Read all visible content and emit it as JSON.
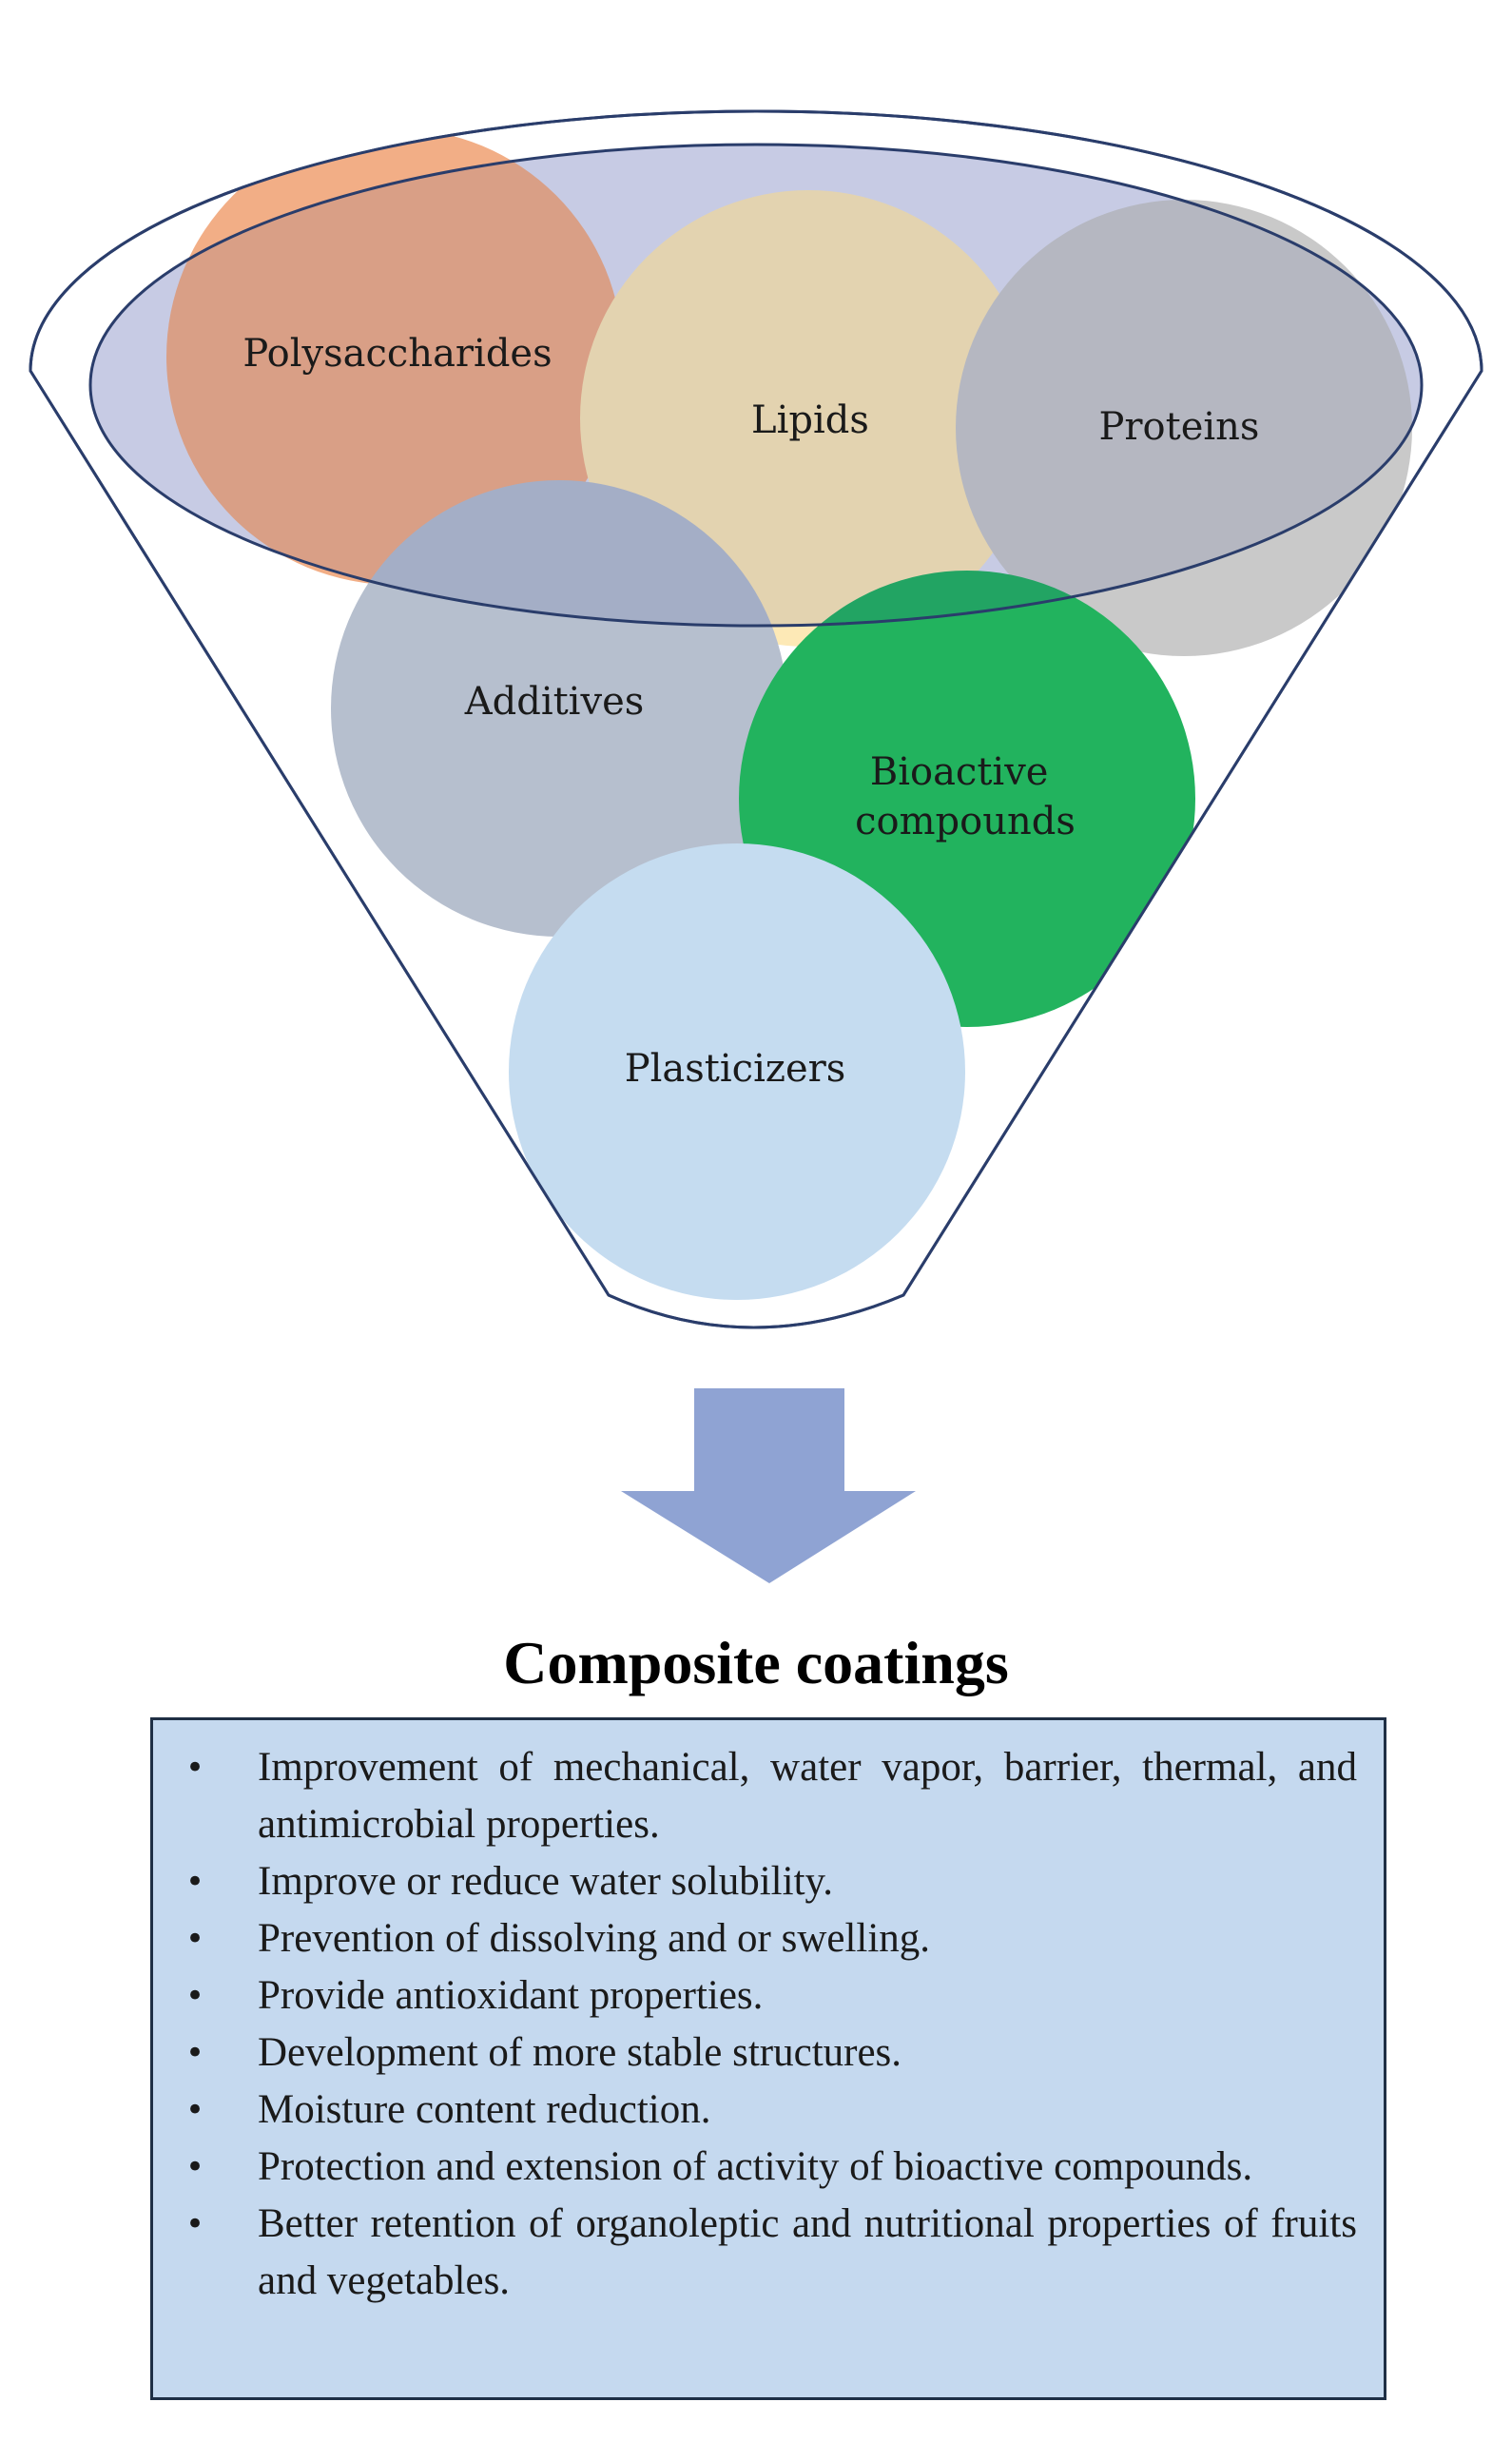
{
  "funnel": {
    "ingredients": [
      {
        "id": "polysaccharides",
        "label": [
          "Polysaccharides"
        ],
        "color": "#f2ae86"
      },
      {
        "id": "lipids",
        "label": [
          "Lipids"
        ],
        "color": "#fde9b6"
      },
      {
        "id": "proteins",
        "label": [
          "Proteins"
        ],
        "color": "#c9c9c9"
      },
      {
        "id": "additives",
        "label": [
          "Additives"
        ],
        "color": "#b6bfce"
      },
      {
        "id": "bioactive-compounds",
        "label": [
          "Bioactive",
          "compounds"
        ],
        "color": "#22b35e"
      },
      {
        "id": "plasticizers",
        "label": [
          "Plasticizers"
        ],
        "color": "#c5dcf0"
      }
    ],
    "funnel_outline_color": "#2a3d6b",
    "arrow_color": "#8fa3d3"
  },
  "result": {
    "title": "Composite coatings",
    "bullet_symbol": "•",
    "box_color": "#c5d9ef",
    "benefits": [
      "Improvement of mechanical, water vapor, barrier, thermal, and antimicrobial properties.",
      "Improve or reduce water solubility.",
      "Prevention of dissolving and or swelling.",
      "Provide antioxidant properties.",
      "Development of more stable structures.",
      "Moisture content reduction.",
      "Protection and extension of activity of bioactive compounds.",
      "Better retention of organoleptic and nutritional properties of fruits and vegetables."
    ]
  }
}
